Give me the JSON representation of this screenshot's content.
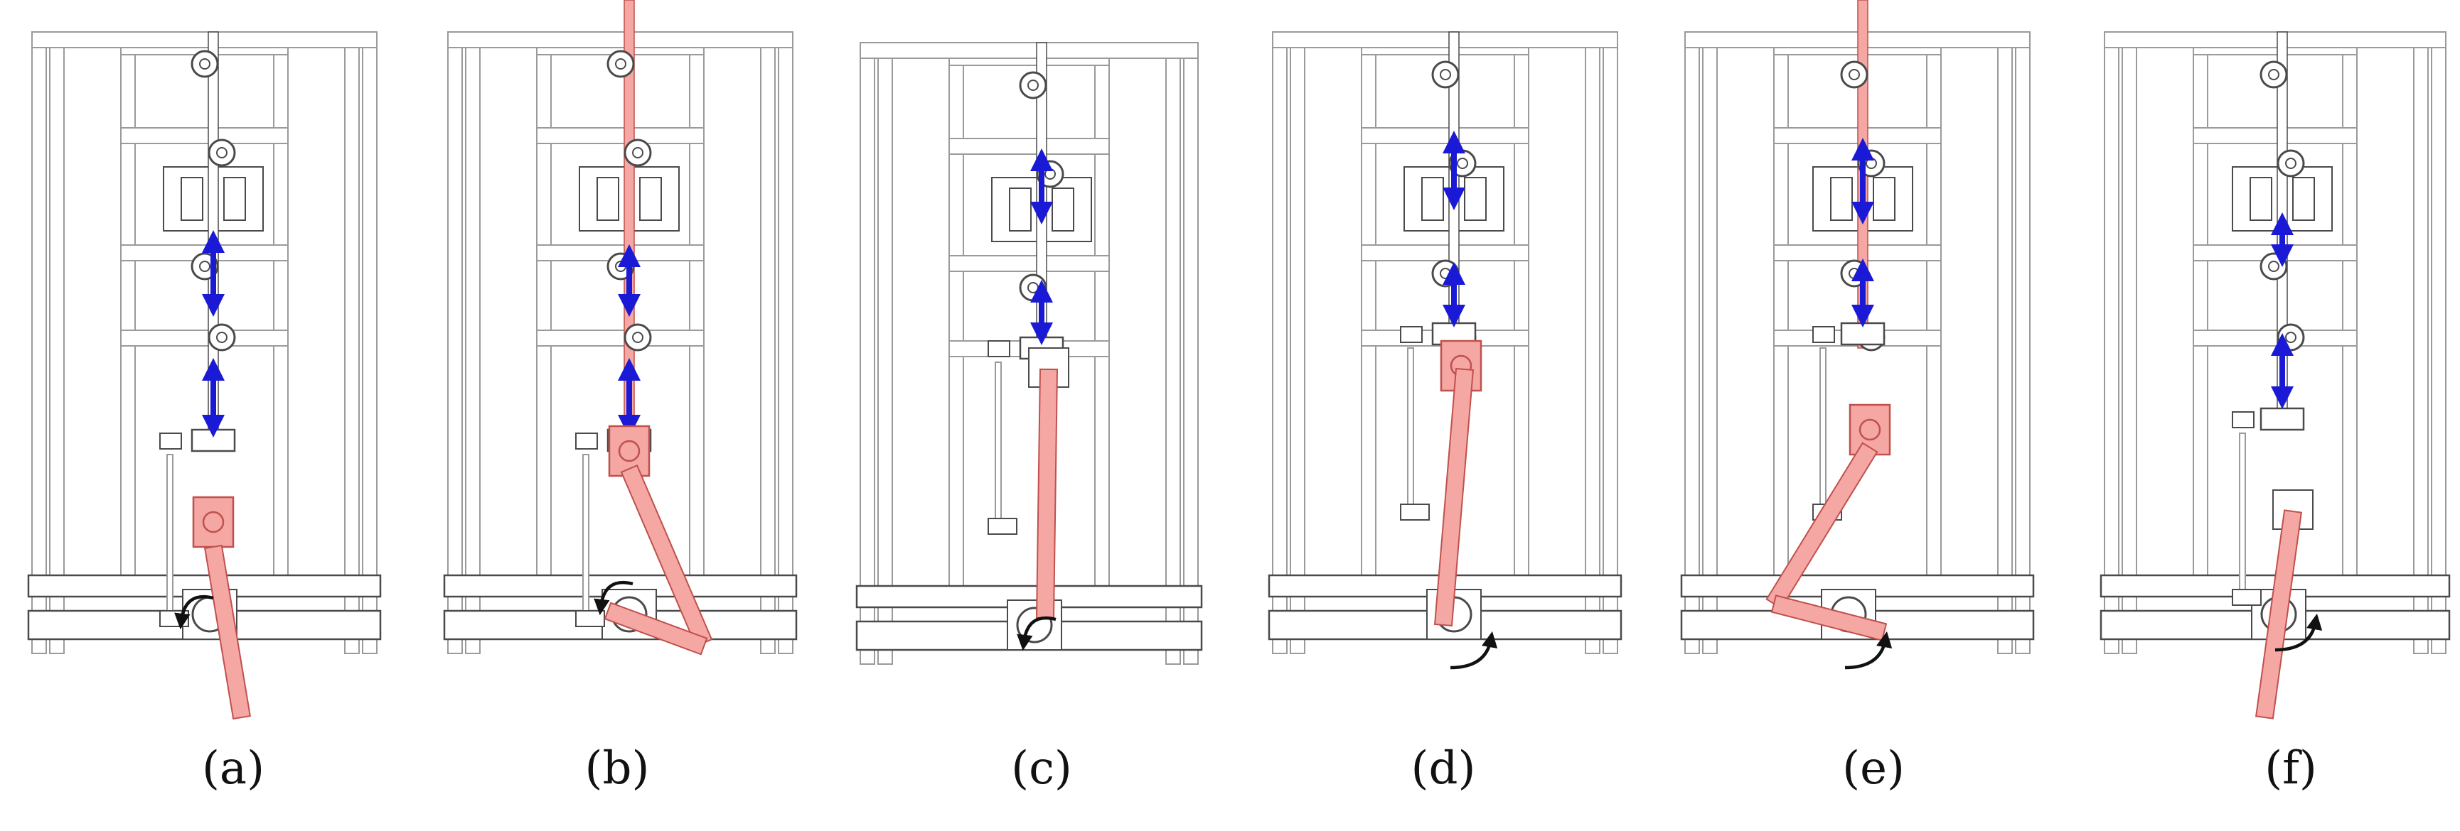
{
  "figure": {
    "panels": [
      {
        "id": "a",
        "label": "(a)",
        "link_red": false,
        "arrow_dir": "ccw",
        "arrow_pos": "left"
      },
      {
        "id": "b",
        "label": "(b)",
        "link_red": true,
        "arrow_dir": "ccw",
        "arrow_pos": "left"
      },
      {
        "id": "c",
        "label": "(c)",
        "link_red": false,
        "arrow_dir": "ccw",
        "arrow_pos": "center"
      },
      {
        "id": "d",
        "label": "(d)",
        "link_red": false,
        "arrow_dir": "cw",
        "arrow_pos": "right"
      },
      {
        "id": "e",
        "label": "(e)",
        "link_red": true,
        "arrow_dir": "cw",
        "arrow_pos": "right"
      },
      {
        "id": "f",
        "label": "(f)",
        "link_red": false,
        "arrow_dir": "cw",
        "arrow_pos": "right"
      }
    ]
  },
  "colors": {
    "frame": "#9a9a9a",
    "frame_dark": "#4a4a4a",
    "pink": "#f4a7a3",
    "pink_edge": "#c0504d",
    "blue": "#1a1ad6",
    "arrow": "#111111"
  }
}
